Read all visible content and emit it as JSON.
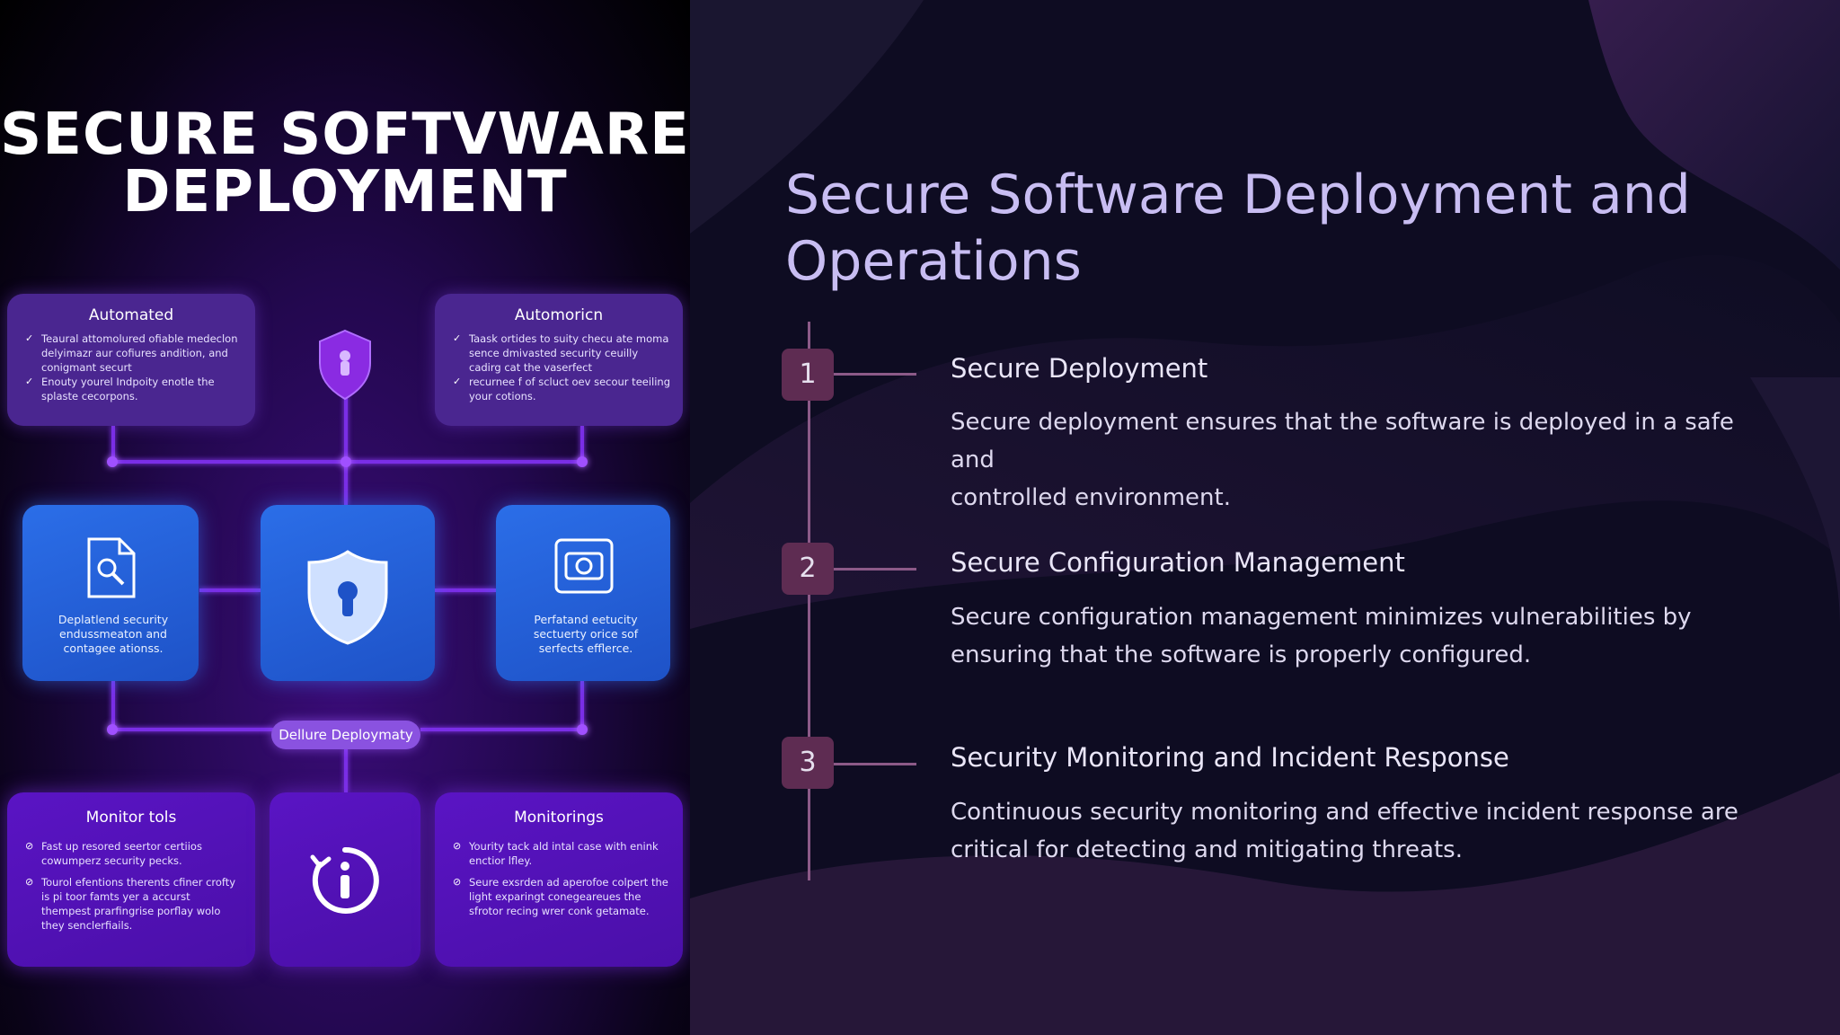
{
  "infographic": {
    "title_line1": "SECURE SOFTVWARE",
    "title_line2": "DEPLOYMENT",
    "top_left": {
      "title": "Automated",
      "items": [
        "Teaural attomolured ofiable medeclon delyimazr aur cofiures andition, and conigmant securt",
        "Enouty yourel Indpoity enotle the splaste cecorpons."
      ]
    },
    "top_right": {
      "title": "Automoricn",
      "items": [
        "Taask ortides to suity checu ate moma sence dmivasted security ceuilly cadirg cat the vaserfect",
        "recurnee f of scluct oev secour teeiling your cotions."
      ]
    },
    "blue_left_text": "Deplatlend security endussmeaton and contagee ationss.",
    "blue_right_text": "Perfatand eetucity sectuerty orice sof serfects efflerce.",
    "pill_label": "Dellure Deploymaty",
    "bottom_left": {
      "title": "Monitor tols",
      "items": [
        "Fast up resored seertor certiios cowumperz security pecks.",
        "Tourol efentions therents cfiner crofty is pi toor famts yer a accurst thempest prarfingrise porflay wolo they senclerfiails."
      ]
    },
    "bottom_right": {
      "title": "Monitorings",
      "items": [
        "Yourity tack ald intal case with enink enctior lfley.",
        "Seure exsrden ad aperofoe colpert the light exparingt conegeareues the sfrotor recing wrer conk getamate."
      ]
    }
  },
  "slide": {
    "heading_line1": "Secure Software Deployment and",
    "heading_line2": "Operations",
    "steps": [
      {
        "number": "1",
        "title": "Secure Deployment",
        "desc_line1": "Secure deployment ensures that the software is deployed in a safe and",
        "desc_line2": "controlled environment."
      },
      {
        "number": "2",
        "title": "Secure Configuration Management",
        "desc_line1": "Secure configuration management minimizes vulnerabilities by",
        "desc_line2": "ensuring that the software is properly configured."
      },
      {
        "number": "3",
        "title": "Security Monitoring and Incident Response",
        "desc_line1": "Continuous security monitoring and effective incident response are",
        "desc_line2": "critical for detecting and mitigating threats."
      }
    ]
  },
  "colors": {
    "heading": "#c8bdf2",
    "badge": "#5e2c52",
    "timeline": "#8c5a88",
    "card_blue": "#2b6ee8",
    "card_purple": "#5a14c4"
  }
}
